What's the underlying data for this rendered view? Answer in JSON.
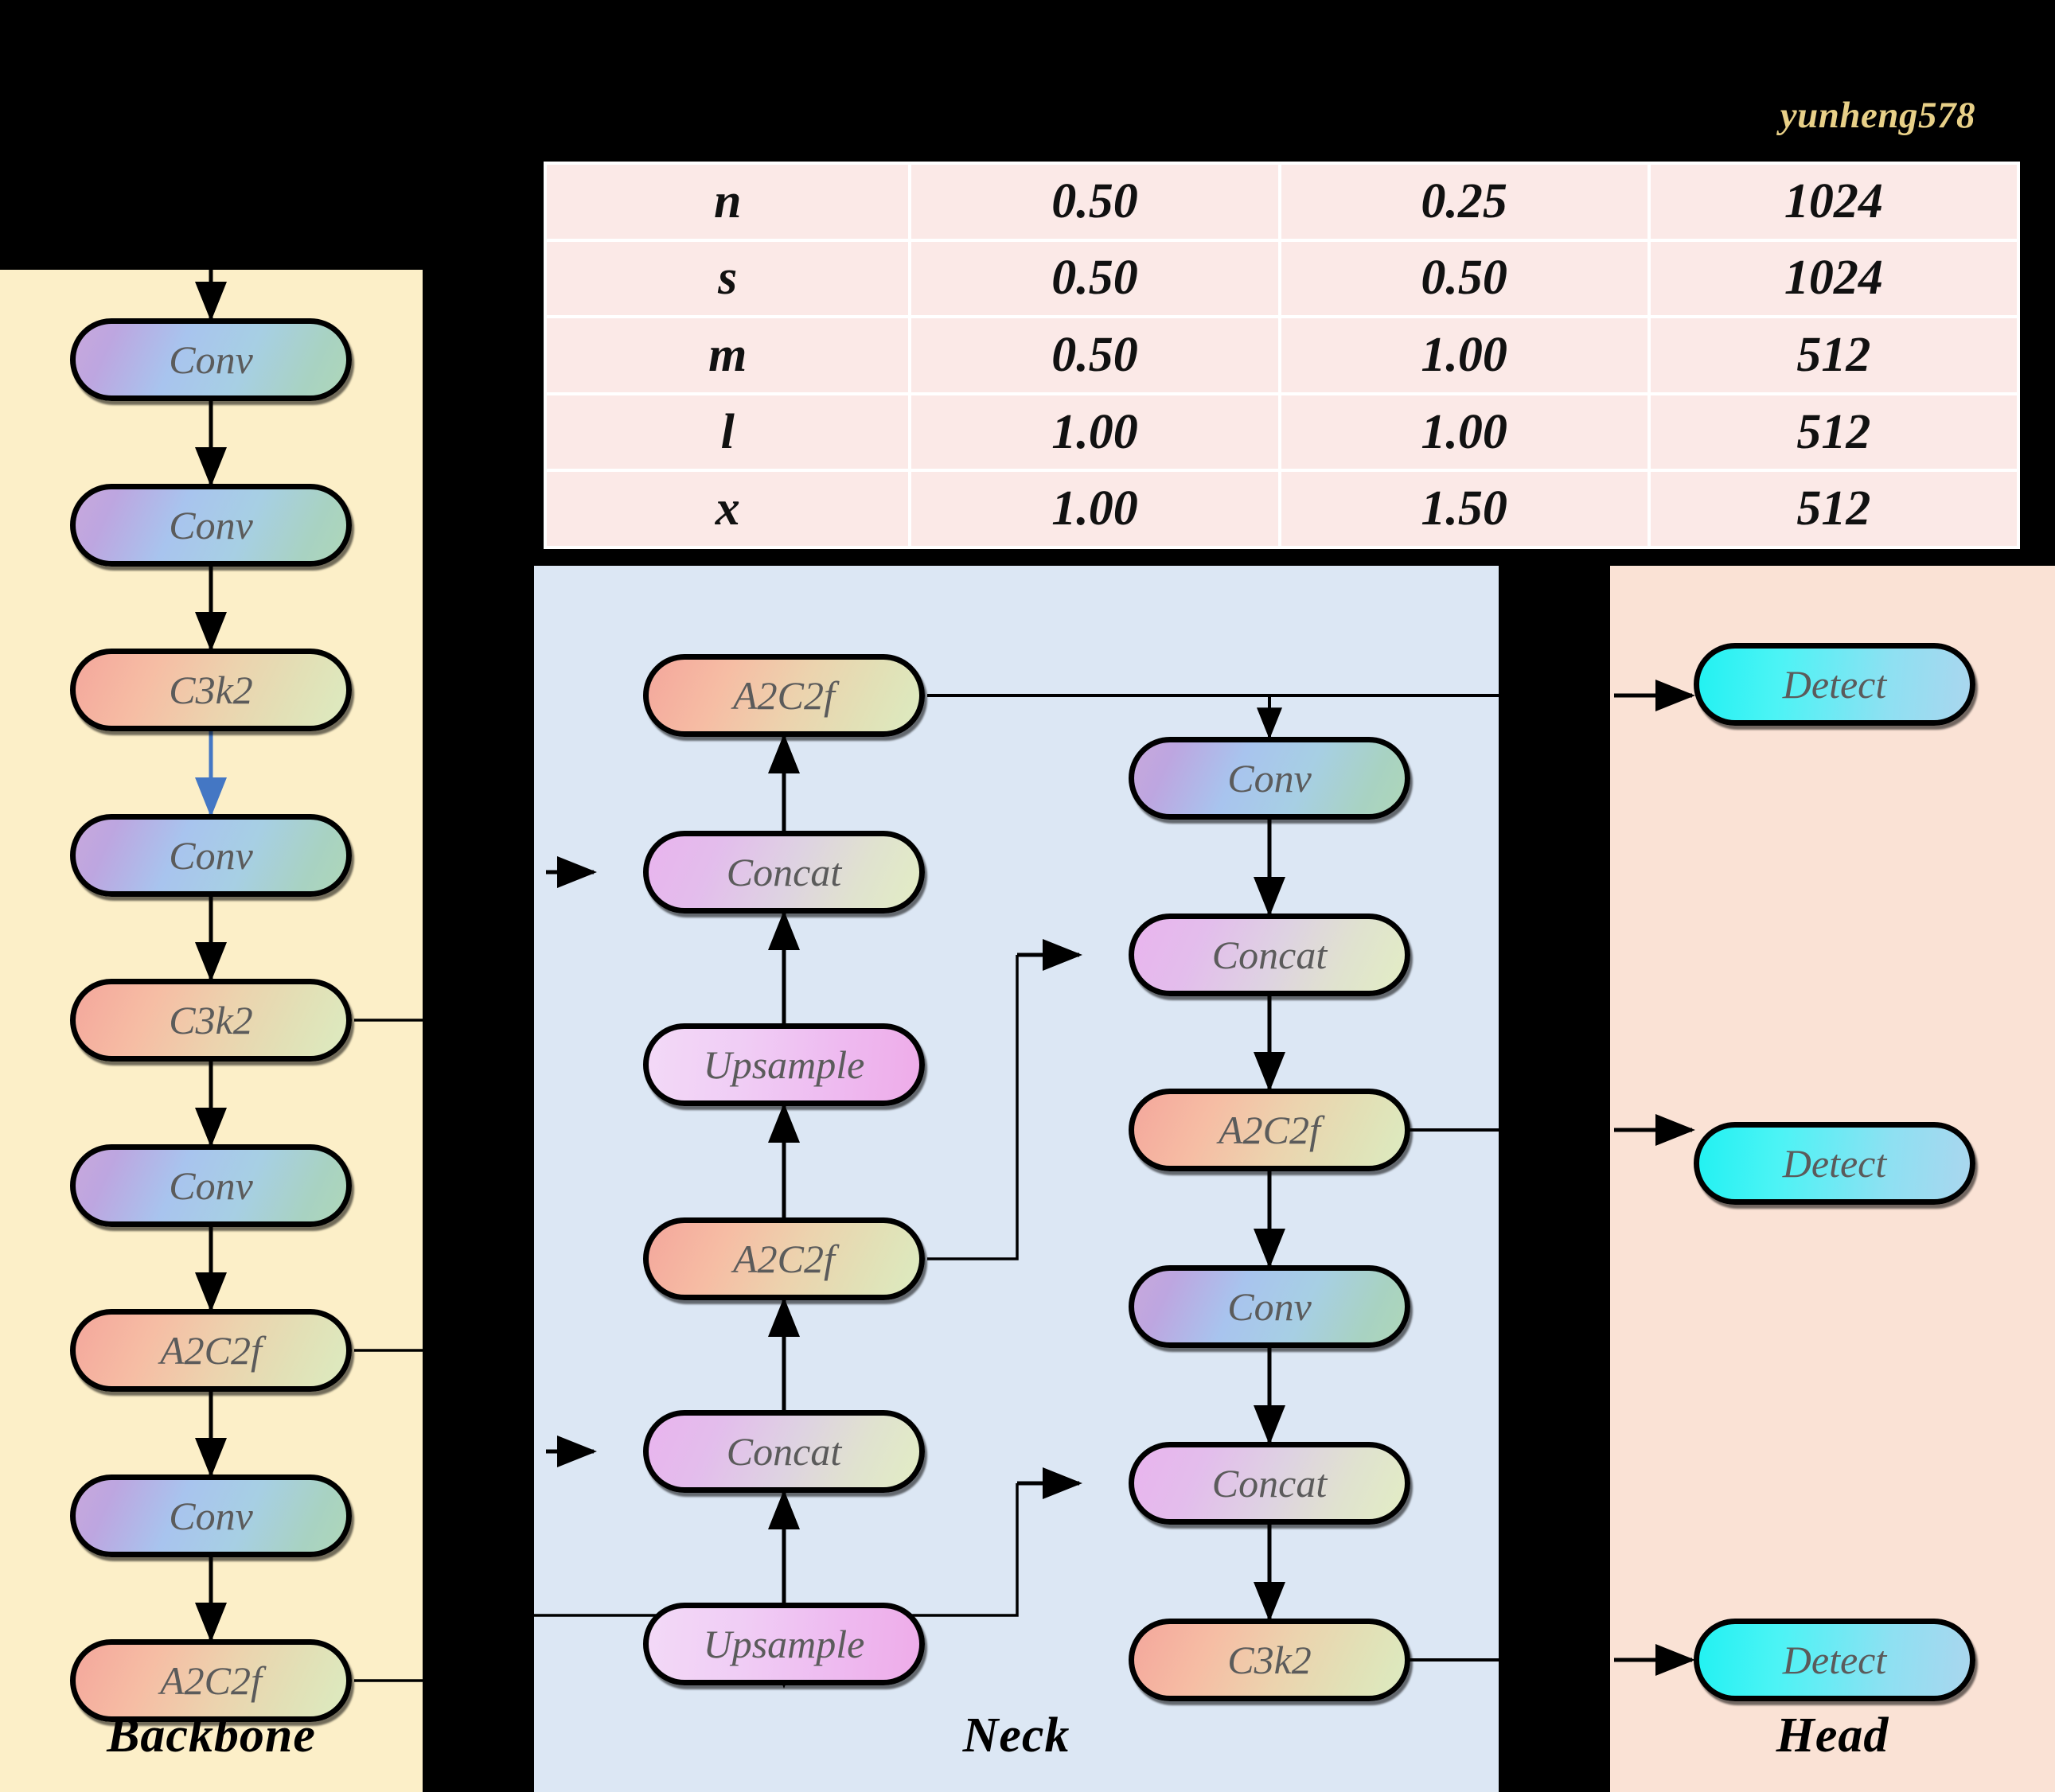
{
  "watermark": "yunheng578",
  "colors": {
    "backbone_bg": "#FCEFC8",
    "neck_bg": "#DCE7F4",
    "head_bg": "#FAE2D5",
    "table_cell_bg": "#FBE9E7",
    "watermark_color": "#E8D088",
    "highlight_arrow": "#4477C4",
    "node_text": "#5B5B5B"
  },
  "panels": {
    "backbone": {
      "label": "Backbone"
    },
    "neck": {
      "label": "Neck"
    },
    "head": {
      "label": "Head"
    }
  },
  "scales_table": {
    "rows": [
      {
        "scale": "n",
        "depth": "0.50",
        "width": "0.25",
        "max_channels": "1024"
      },
      {
        "scale": "s",
        "depth": "0.50",
        "width": "0.50",
        "max_channels": "1024"
      },
      {
        "scale": "m",
        "depth": "0.50",
        "width": "1.00",
        "max_channels": "512"
      },
      {
        "scale": "l",
        "depth": "1.00",
        "width": "1.00",
        "max_channels": "512"
      },
      {
        "scale": "x",
        "depth": "1.00",
        "width": "1.50",
        "max_channels": "512"
      }
    ]
  },
  "backbone_nodes": [
    {
      "label": "Conv",
      "type": "conv"
    },
    {
      "label": "Conv",
      "type": "conv"
    },
    {
      "label": "C3k2",
      "type": "c3k2"
    },
    {
      "label": "Conv",
      "type": "conv"
    },
    {
      "label": "C3k2",
      "type": "c3k2"
    },
    {
      "label": "Conv",
      "type": "conv"
    },
    {
      "label": "A2C2f",
      "type": "a2c2f"
    },
    {
      "label": "Conv",
      "type": "conv"
    },
    {
      "label": "A2C2f",
      "type": "a2c2f"
    }
  ],
  "neck_left_nodes": [
    {
      "label": "A2C2f",
      "type": "a2c2f"
    },
    {
      "label": "Concat",
      "type": "concat"
    },
    {
      "label": "Upsample",
      "type": "upsample"
    },
    {
      "label": "A2C2f",
      "type": "a2c2f"
    },
    {
      "label": "Concat",
      "type": "concat"
    },
    {
      "label": "Upsample",
      "type": "upsample"
    }
  ],
  "neck_right_nodes": [
    {
      "label": "Conv",
      "type": "conv"
    },
    {
      "label": "Concat",
      "type": "concat"
    },
    {
      "label": "A2C2f",
      "type": "a2c2f"
    },
    {
      "label": "Conv",
      "type": "conv"
    },
    {
      "label": "Concat",
      "type": "concat"
    },
    {
      "label": "C3k2",
      "type": "c3k2"
    }
  ],
  "head_nodes": [
    {
      "label": "Detect",
      "type": "detect"
    },
    {
      "label": "Detect",
      "type": "detect"
    },
    {
      "label": "Detect",
      "type": "detect"
    }
  ]
}
